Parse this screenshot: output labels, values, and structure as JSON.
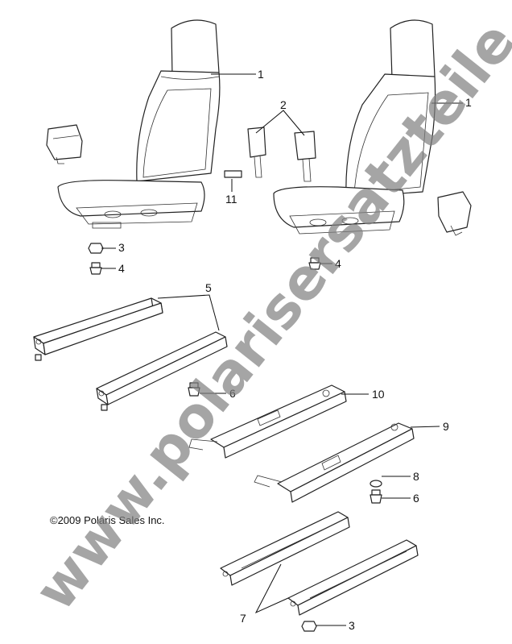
{
  "callouts": [
    {
      "id": "c1a",
      "text": "1"
    },
    {
      "id": "c1b",
      "text": "1"
    },
    {
      "id": "c2",
      "text": "2"
    },
    {
      "id": "c3a",
      "text": "3"
    },
    {
      "id": "c4a",
      "text": "4"
    },
    {
      "id": "c4b",
      "text": "4"
    },
    {
      "id": "c11",
      "text": "11"
    },
    {
      "id": "c5",
      "text": "5"
    },
    {
      "id": "c6a",
      "text": "6"
    },
    {
      "id": "c10",
      "text": "10"
    },
    {
      "id": "c9",
      "text": "9"
    },
    {
      "id": "c8",
      "text": "8"
    },
    {
      "id": "c6b",
      "text": "6"
    },
    {
      "id": "c7",
      "text": "7"
    },
    {
      "id": "c3b",
      "text": "3"
    }
  ],
  "copyright": "©2009 Polaris Sales Inc.",
  "watermark": "www.polarisersatzteile.de",
  "colors": {
    "line": "#222222",
    "watermark": "#7f7f7f",
    "background": "#ffffff"
  }
}
